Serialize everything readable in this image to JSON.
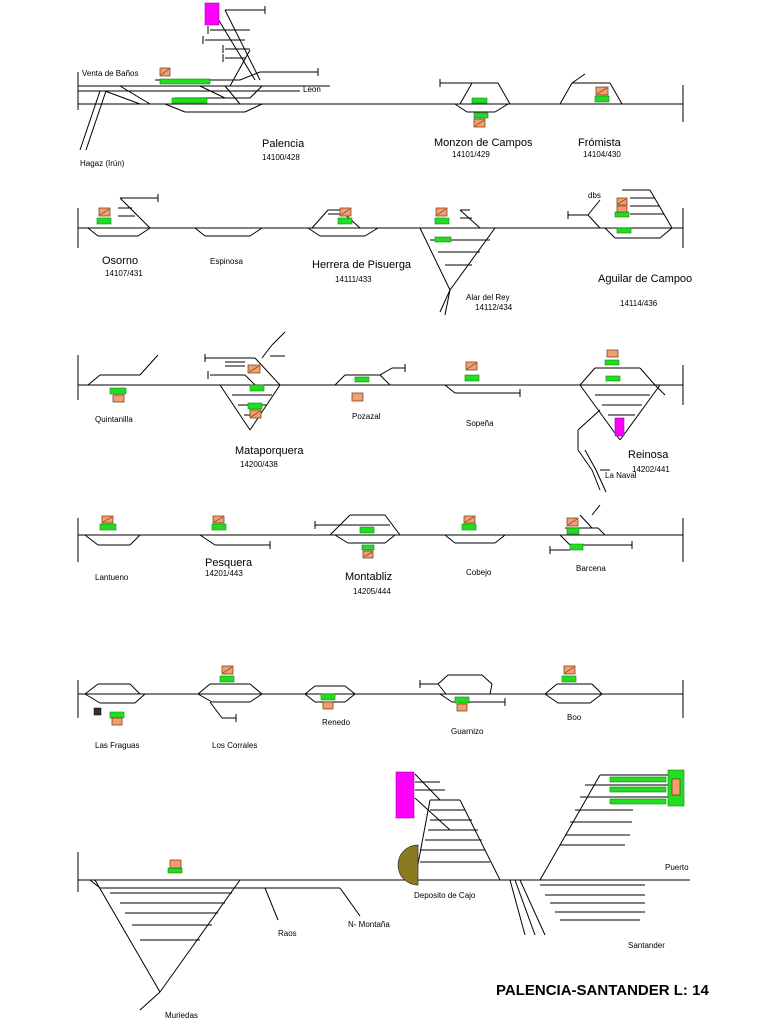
{
  "line_title": "PALENCIA-SANTANDER L: 14",
  "colors": {
    "platform": "#22dd22",
    "building": "#f0a070",
    "yard": "#ff00ff",
    "track": "#000000"
  },
  "labels": {
    "venta_de_banos": "Venta de Baños",
    "leon": "Leon",
    "irun": "Hagaz (Irún)",
    "palencia": "Palencia",
    "palencia_code": "14100/428",
    "monzon": "Monzon de Campos",
    "monzon_code": "14101/429",
    "fromista": "Frómista",
    "fromista_code": "14104/430",
    "osorno": "Osorno",
    "osorno_code": "14107/431",
    "espinosa": "Espinosa",
    "herrera": "Herrera de Pisuerga",
    "herrera_code": "14111/433",
    "alar": "Alar del Rey",
    "alar_code": "14112/434",
    "dbs": "dbs",
    "aguilar": "Aguilar de Campoo",
    "aguilar_code": "14114/436",
    "quintanilla": "Quintanilla",
    "mataporquera": "Mataporquera",
    "mataporquera_code": "14200/438",
    "pozazal": "Pozazal",
    "sopena": "Sopeña",
    "reinosa": "Reinosa",
    "reinosa_code": "14202/441",
    "la_naval": "La Naval",
    "lantueno": "Lantueno",
    "pesquera": "Pesquera",
    "pesquera_code": "14201/443",
    "montabliz": "Montabliz",
    "montabliz_code": "14205/444",
    "cobejo": "Cobejo",
    "barcena": "Barcena",
    "las_fraguas": "Las Fraguas",
    "los_corrales": "Los Corrales",
    "renedo": "Renedo",
    "guarnizo": "Guarnizo",
    "boo": "Boo",
    "puerto": "Puerto",
    "deposito": "Deposito de Cajo",
    "santander": "Santander",
    "raos": "Raos",
    "montana": "N- Montaña",
    "muriedas": "Muriedas"
  }
}
